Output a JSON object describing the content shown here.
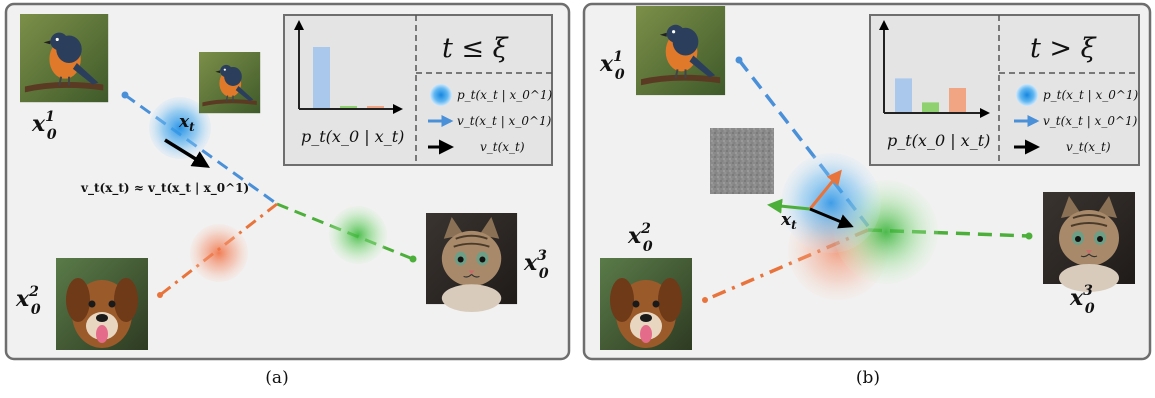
{
  "panels": [
    {
      "id": "a",
      "caption": "(a)",
      "condition": "t ≤ ξ",
      "x1": "x",
      "x1_sup": "1",
      "x1_sub": "0",
      "x2": "x",
      "x2_sup": "2",
      "x2_sub": "0",
      "x3": "x",
      "x3_sup": "3",
      "x3_sub": "0",
      "xt": "x",
      "xt_sub": "t",
      "velocity_approx": "v_t(x_t) ≈ v_t(x_t | x_0^1)",
      "posterior_label": "p_t(x_0 | x_t)",
      "posterior_bars": [
        1.0,
        0.02,
        0.02
      ],
      "legend": [
        {
          "icon": "gaussian-blob-icon",
          "text": "p_t(x_t | x_0^1)"
        },
        {
          "icon": "blue-arrow-icon",
          "text": "v_t(x_t | x_0^1)"
        },
        {
          "icon": "black-arrow-icon",
          "text": "v_t(x_t)"
        }
      ]
    },
    {
      "id": "b",
      "caption": "(b)",
      "condition": "t > ξ",
      "x1": "x",
      "x1_sup": "1",
      "x1_sub": "0",
      "x2": "x",
      "x2_sup": "2",
      "x2_sub": "0",
      "x3": "x",
      "x3_sup": "3",
      "x3_sub": "0",
      "xt": "x",
      "xt_sub": "t",
      "posterior_label": "p_t(x_0 | x_t)",
      "posterior_bars": [
        0.42,
        0.12,
        0.3
      ],
      "legend": [
        {
          "icon": "gaussian-blob-icon",
          "text": "p_t(x_t | x_0^1)"
        },
        {
          "icon": "blue-arrow-icon",
          "text": "v_t(x_t | x_0^1)"
        },
        {
          "icon": "black-arrow-icon",
          "text": "v_t(x_t)"
        }
      ]
    }
  ],
  "colors": {
    "blue": "#4a90d9",
    "orange": "#e8743b",
    "green": "#4caf3a",
    "bar_blue": "#a9c8ec",
    "bar_green": "#8fd06f",
    "bar_orange": "#f2a583",
    "panel_bg": "#f1f1f1",
    "panel_border": "#6e6e6e"
  },
  "images": {
    "bird": "bird-photo",
    "dog": "dog-photo",
    "cat": "cat-photo",
    "noise": "noise-image"
  }
}
